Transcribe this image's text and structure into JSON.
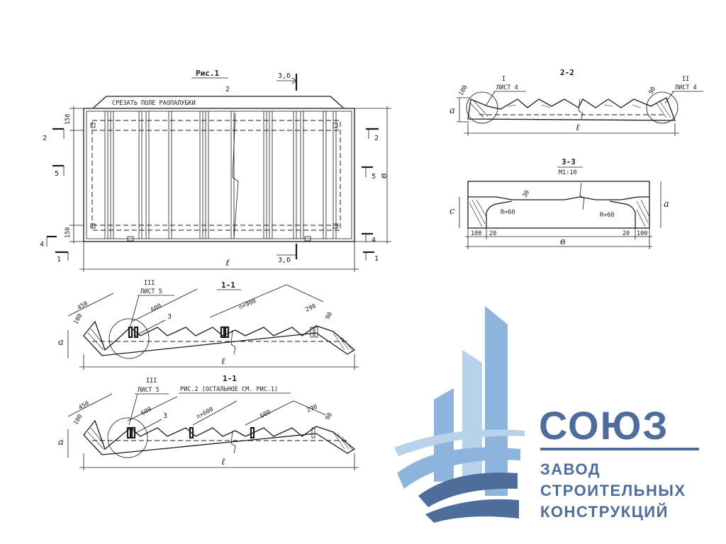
{
  "fig1": {
    "title": "Рис.1",
    "top_label": "2",
    "cut_text": "СРЕЗАТЬ ПОЛЕ РАОПАЛУБКИ",
    "section_marker_3b": "3,б",
    "dim_150_top": "150",
    "dim_150_bot": "150",
    "dim_l": "ℓ",
    "dim_b": "в",
    "cut2": "2",
    "cut5": "5",
    "cut4": "4",
    "cut1": "1"
  },
  "sec11a": {
    "title": "1-1",
    "callout_roman": "III",
    "callout_sheet": "ЛИСТ 5",
    "pos3": "3",
    "d450": "450",
    "d100": "100",
    "d600": "600",
    "dn900": "n×900",
    "d290": "290",
    "d90": "90",
    "a": "a",
    "l": "ℓ"
  },
  "sec11b": {
    "title": "1-1",
    "note": "РИС.2 (ОСТАЛЬНОЕ СМ. РИС.1)",
    "callout_roman": "III",
    "callout_sheet": "ЛИСТ 5",
    "pos3": "3",
    "d450": "450",
    "d100": "100",
    "d600a": "600",
    "dn600": "n×600",
    "d600b": "600",
    "d290": "290",
    "d90": "90",
    "a": "a",
    "l": "ℓ"
  },
  "sec22": {
    "title": "2-2",
    "callout_left_roman": "I",
    "callout_left_sheet": "ЛИСТ 4",
    "callout_right_roman": "II",
    "callout_right_sheet": "ЛИСТ 4",
    "d100": "100",
    "d90": "90",
    "a": "a",
    "l": "ℓ"
  },
  "sec33": {
    "title": "3-3",
    "scale": "М1:10",
    "r_left": "R=60",
    "r_right": "R=60",
    "d30": "30",
    "d100_left": "100",
    "d20_left": "20",
    "d20_right": "20",
    "d100_right": "100",
    "c": "c",
    "a": "a",
    "b": "в"
  },
  "logo": {
    "brand": "СОЮЗ",
    "line1": "ЗАВОД",
    "line2": "СТРОИТЕЛЬНЫХ",
    "line3": "КОНСТРУКЦИЙ",
    "colors": {
      "primary": "#4f6d9a",
      "light": "#8db4dc",
      "pale": "#b9d2ec"
    }
  }
}
